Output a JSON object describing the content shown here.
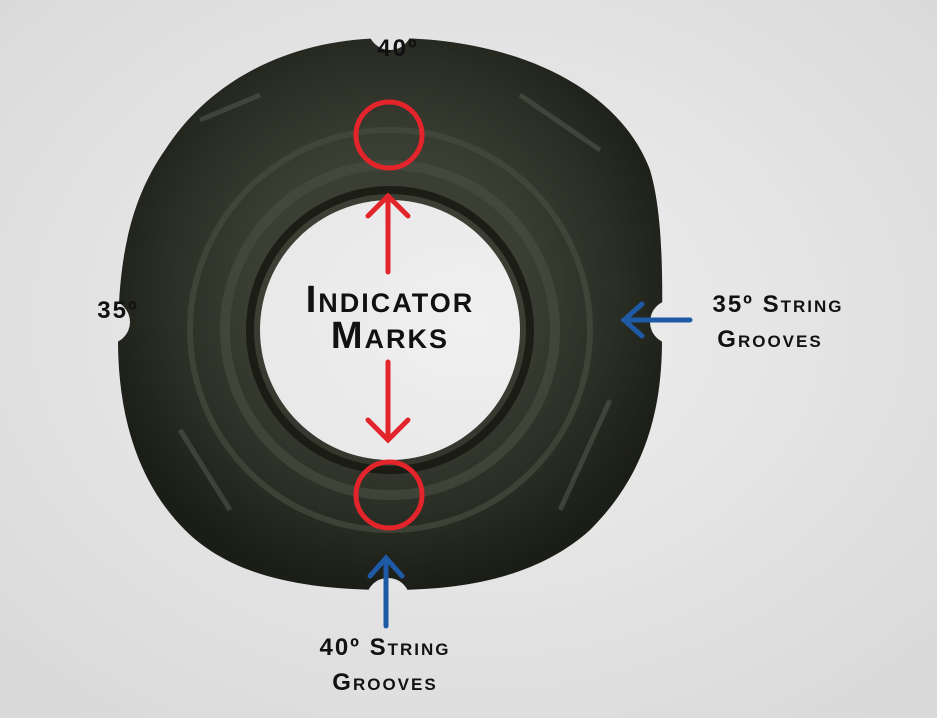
{
  "labels": {
    "top_angle": "40º",
    "left_angle": "35º",
    "center_line1": "Indicator",
    "center_line2": "Marks",
    "right_line1": "35º String",
    "right_line2": "Grooves",
    "bottom_line1": "40º String",
    "bottom_line2": "Grooves"
  },
  "colors": {
    "background": "#e4e4e4",
    "ring": "#25291f",
    "indicator_red": "#e3242b",
    "groove_blue": "#1f5aa6",
    "text": "#111111"
  }
}
